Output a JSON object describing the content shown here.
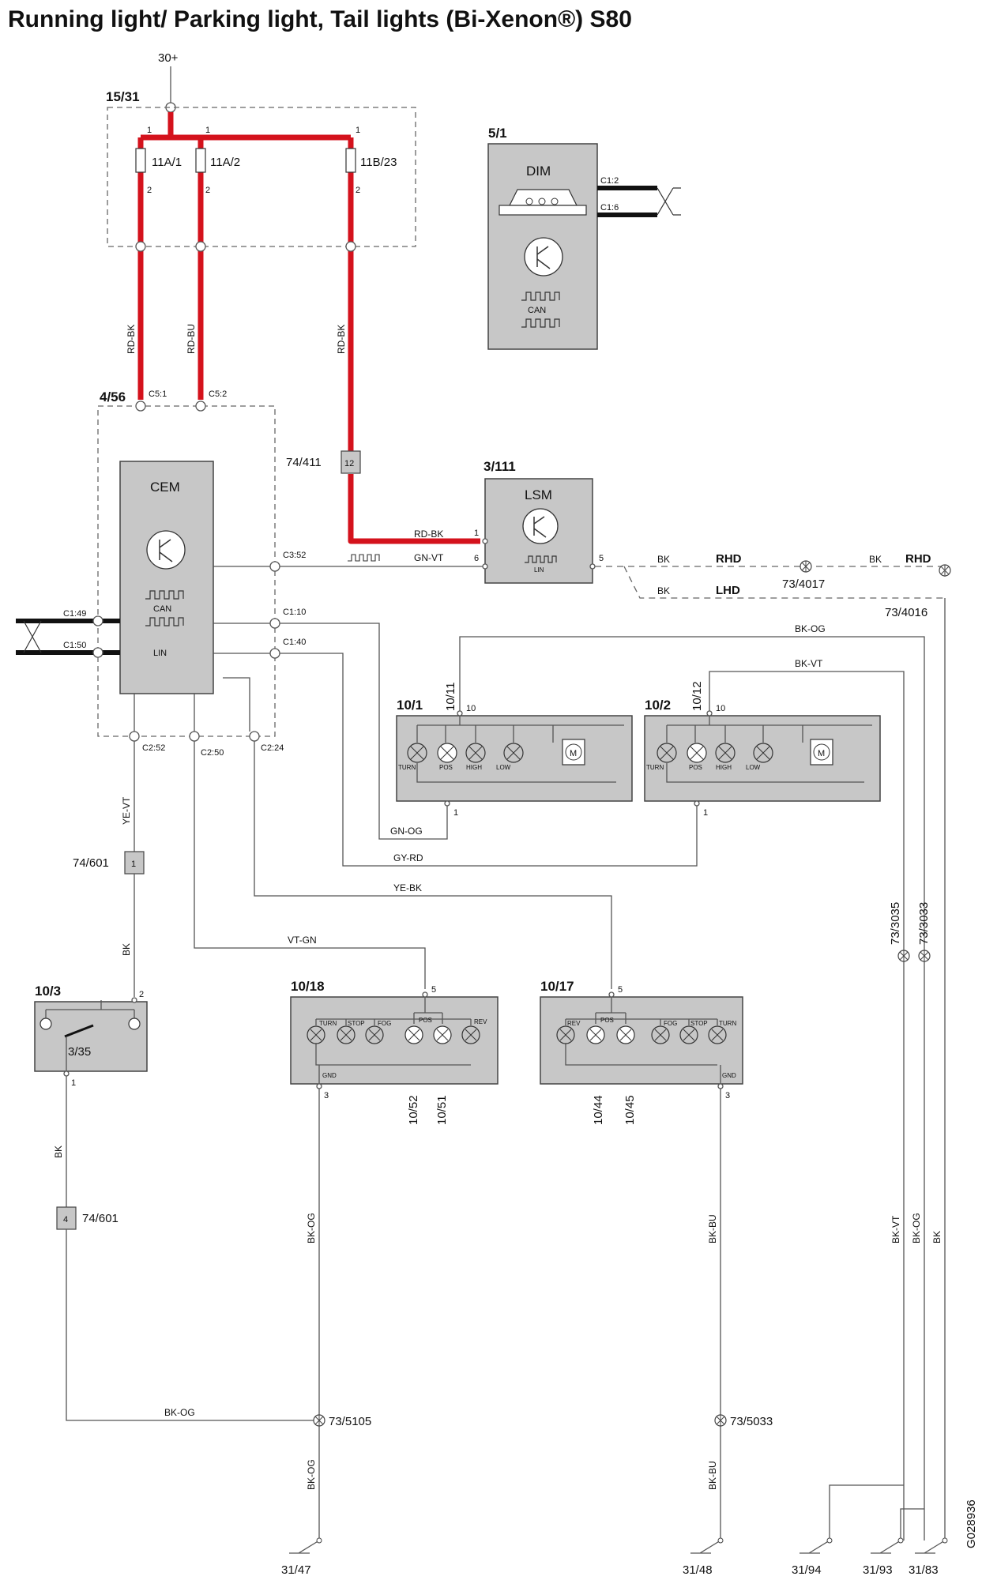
{
  "title": "Running light/ Parking light, Tail lights (Bi-Xenon®) S80",
  "doc_id": "G028936",
  "supply": "30+",
  "fuse_box": {
    "ref": "15/31",
    "fuses": [
      "11A/1",
      "11A/2",
      "11B/23"
    ],
    "pins": [
      "1",
      "2"
    ]
  },
  "dim": {
    "ref": "5/1",
    "name": "DIM",
    "bus": "CAN",
    "pins": [
      "C1:2",
      "C1:6"
    ]
  },
  "cem": {
    "ref": "4/56",
    "name": "CEM",
    "bus1": "CAN",
    "bus2": "LIN",
    "pins": [
      "C5:1",
      "C5:2",
      "C3:52",
      "C1:10",
      "C1:40",
      "C1:49",
      "C1:50",
      "C2:52",
      "C2:50",
      "C2:24"
    ]
  },
  "lsm": {
    "ref": "3/111",
    "name": "LSM",
    "bus": "LIN",
    "pins": [
      "1",
      "6",
      "5"
    ]
  },
  "connector_411": {
    "ref": "74/411",
    "pin": "12"
  },
  "connector_601": {
    "ref": "74/601",
    "pin_top": "1",
    "pin_bottom": "4"
  },
  "headlamp_left": {
    "ref": "10/1",
    "side_ref": "10/11",
    "pin_top": "10",
    "pin_bottom": "1"
  },
  "headlamp_right": {
    "ref": "10/2",
    "side_ref": "10/12",
    "pin_top": "10",
    "pin_bottom": "1"
  },
  "headlamp_lamps": [
    "TURN",
    "POS",
    "HIGH",
    "LOW"
  ],
  "switch": {
    "ref": "10/3",
    "inner": "3/35",
    "pins": [
      "2",
      "1"
    ]
  },
  "tail_left": {
    "ref": "10/18",
    "labels": [
      "TURN",
      "STOP",
      "FOG",
      "POS",
      "REV"
    ],
    "gnd": "GND",
    "pin_top": "5",
    "pin_bottom": "3",
    "sub": [
      "10/52",
      "10/51"
    ]
  },
  "tail_right": {
    "ref": "10/17",
    "labels": [
      "REV",
      "POS",
      "FOG",
      "STOP",
      "TURN"
    ],
    "gnd": "GND",
    "pin_top": "5",
    "pin_bottom": "3",
    "sub": [
      "10/44",
      "10/45"
    ]
  },
  "wires": {
    "rd_bk": "RD-BK",
    "rd_bu": "RD-BU",
    "gn_vt": "GN-VT",
    "bk": "BK",
    "bk_og": "BK-OG",
    "bk_vt": "BK-VT",
    "gn_og": "GN-OG",
    "gy_rd": "GY-RD",
    "ye_bk": "YE-BK",
    "vt_gn": "VT-GN",
    "ye_vt": "YE-VT",
    "bk_bu": "BK-BU"
  },
  "rhd": "RHD",
  "lhd": "LHD",
  "splices": [
    "73/4017",
    "73/4016",
    "73/3035",
    "73/3033",
    "73/5105",
    "73/5033"
  ],
  "grounds": [
    "31/47",
    "31/48",
    "31/94",
    "31/93",
    "31/83"
  ]
}
